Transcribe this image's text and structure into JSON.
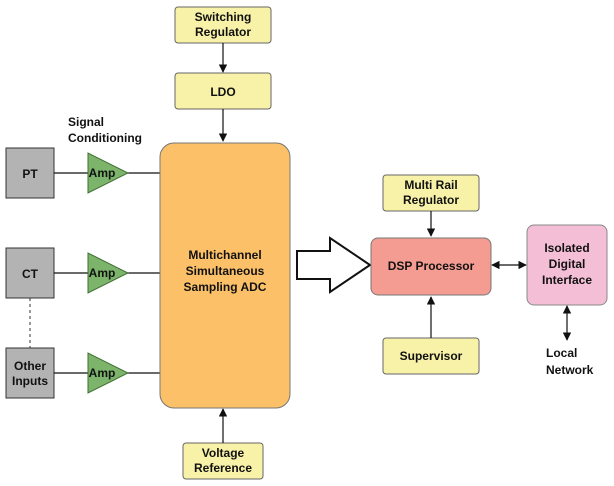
{
  "blocks": {
    "switching_regulator": [
      "Switching",
      "Regulator"
    ],
    "ldo": [
      "LDO"
    ],
    "signal_conditioning_label": [
      "Signal",
      "Conditioning"
    ],
    "pt": [
      "PT"
    ],
    "ct": [
      "CT"
    ],
    "other_inputs": [
      "Other",
      "Inputs"
    ],
    "amp": "Amp",
    "adc": [
      "Multichannel",
      "Simultaneous",
      "Sampling ADC"
    ],
    "voltage_reference": [
      "Voltage",
      "Reference"
    ],
    "multi_rail_regulator": [
      "Multi Rail",
      "Regulator"
    ],
    "dsp_processor": [
      "DSP Processor"
    ],
    "supervisor": [
      "Supervisor"
    ],
    "isolated_interface": [
      "Isolated",
      "Digital",
      "Interface"
    ],
    "local_network": [
      "Local",
      "Network"
    ]
  },
  "colors": {
    "regulator_fill": "#f8f1a8",
    "input_fill": "#b3b3b3",
    "adc_fill": "#fbc068",
    "dsp_fill": "#f49c92",
    "interface_fill": "#f4bfd6",
    "amp_fill": "#7bb46a"
  }
}
